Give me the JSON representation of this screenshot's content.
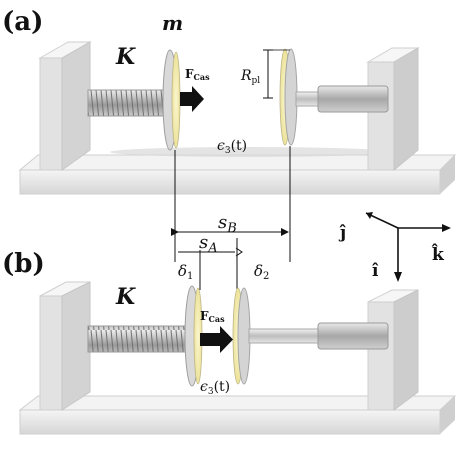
{
  "figure": {
    "panel_a_label": "(a)",
    "panel_b_label": "(b)",
    "spring_constant_label": "K",
    "mass_label": "m",
    "casimir_force_main": "F",
    "casimir_force_sub": "Cas",
    "plate_radius_main": "R",
    "plate_radius_sub": "pl",
    "permittivity_main": "ϵ",
    "permittivity_sub": "3",
    "permittivity_arg": "(t)",
    "sep_B_main": "s",
    "sep_B_sub": "B",
    "sep_A_main": "s",
    "sep_A_sub": "A",
    "delta1_main": "δ",
    "delta1_sub": "1",
    "delta2_main": "δ",
    "delta2_sub": "2",
    "axis_j": "ĵ",
    "axis_i": "î",
    "axis_k": "k̂"
  },
  "colors": {
    "frame_face": "#e4e4e4",
    "frame_top": "#f4f4f4",
    "frame_shadow": "#c9c9c9",
    "plate_face": "#f1eaa8",
    "plate_rim": "#cfcfcf",
    "arrow": "#111111",
    "ink": "#111111"
  }
}
